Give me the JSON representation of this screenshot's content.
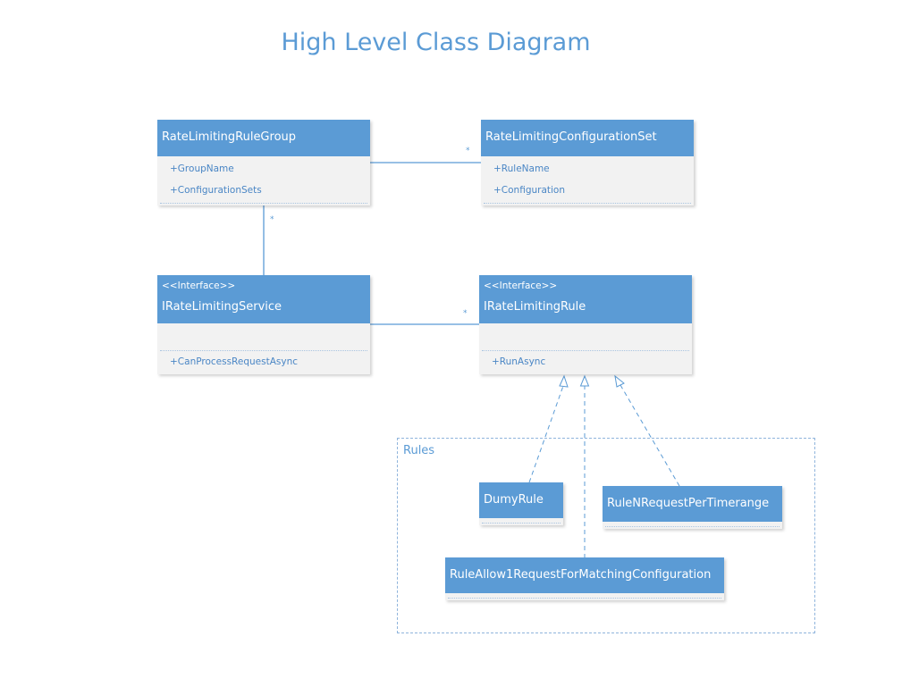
{
  "diagram": {
    "title": "High Level Class Diagram",
    "classes": {
      "rule_group": {
        "name": "RateLimitingRuleGroup",
        "members": [
          "+GroupName",
          "+ConfigurationSets"
        ]
      },
      "config_set": {
        "name": "RateLimitingConfigurationSet",
        "members": [
          "+RuleName",
          "+Configuration"
        ]
      },
      "service": {
        "stereotype": "<<Interface>>",
        "name": "IRateLimitingService",
        "members": [
          "+CanProcessRequestAsync"
        ]
      },
      "rule": {
        "stereotype": "<<Interface>>",
        "name": "IRateLimitingRule",
        "members": [
          "+RunAsync"
        ]
      },
      "dumy_rule": {
        "name": "DumyRule"
      },
      "rule_n_request": {
        "name": "RuleNRequestPerTimerange"
      },
      "rule_allow_1": {
        "name": "RuleAllow1RequestForMatchingConfiguration"
      }
    },
    "package": {
      "label": "Rules"
    },
    "multiplicity": "*"
  },
  "colors": {
    "header": "#5b9bd5",
    "body": "#f2f2f2",
    "line": "#5b9bd5"
  }
}
